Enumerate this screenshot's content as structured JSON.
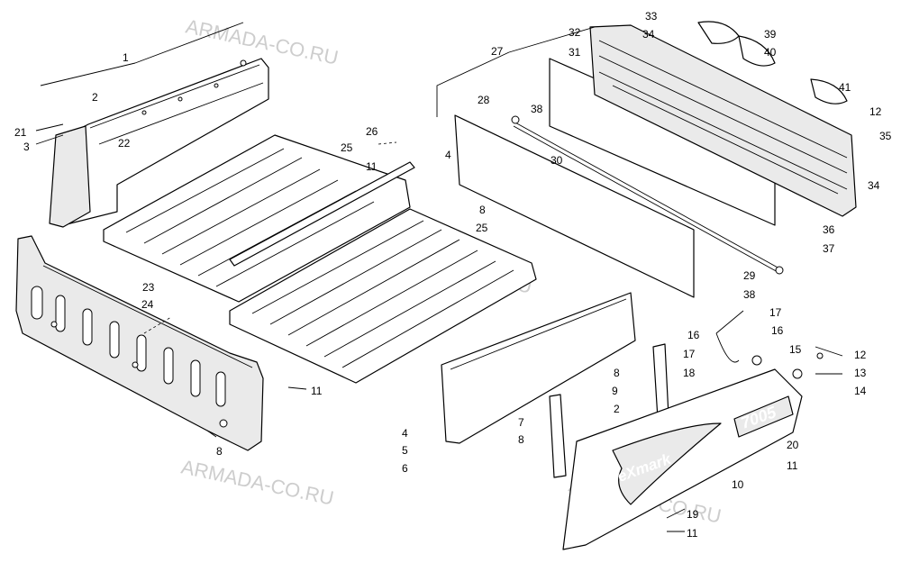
{
  "watermark": "ARMADA-CO.RU",
  "brand_text": "eXmark",
  "model_text": "7005",
  "callouts": [
    "1",
    "2",
    "3",
    "21",
    "22",
    "23",
    "24",
    "8",
    "11",
    "25",
    "26",
    "11",
    "8",
    "25",
    "27",
    "28",
    "4",
    "31",
    "32",
    "33",
    "34",
    "39",
    "40",
    "41",
    "38",
    "30",
    "12",
    "35",
    "34",
    "36",
    "37",
    "29",
    "38",
    "17",
    "16",
    "16",
    "17",
    "15",
    "12",
    "18",
    "13",
    "14",
    "8",
    "9",
    "7",
    "8",
    "2",
    "4",
    "5",
    "6",
    "20",
    "10",
    "11",
    "19",
    "11"
  ]
}
